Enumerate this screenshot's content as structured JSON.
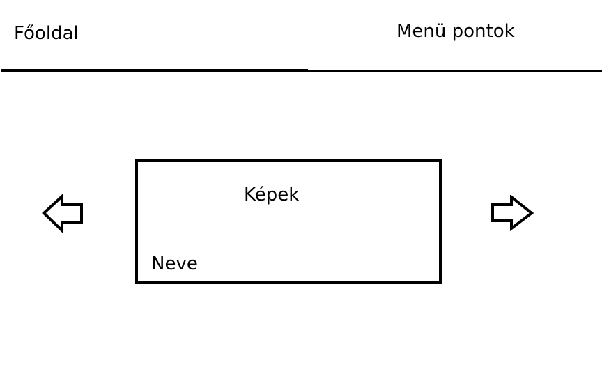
{
  "header": {
    "home_label": "Főoldal",
    "menu_label": "Menü pontok"
  },
  "gallery": {
    "title": "Képek",
    "caption": "Neve"
  },
  "icons": {
    "previous": "arrow-left-icon",
    "next": "arrow-right-icon"
  },
  "colors": {
    "ink": "#000000",
    "background": "#ffffff"
  }
}
